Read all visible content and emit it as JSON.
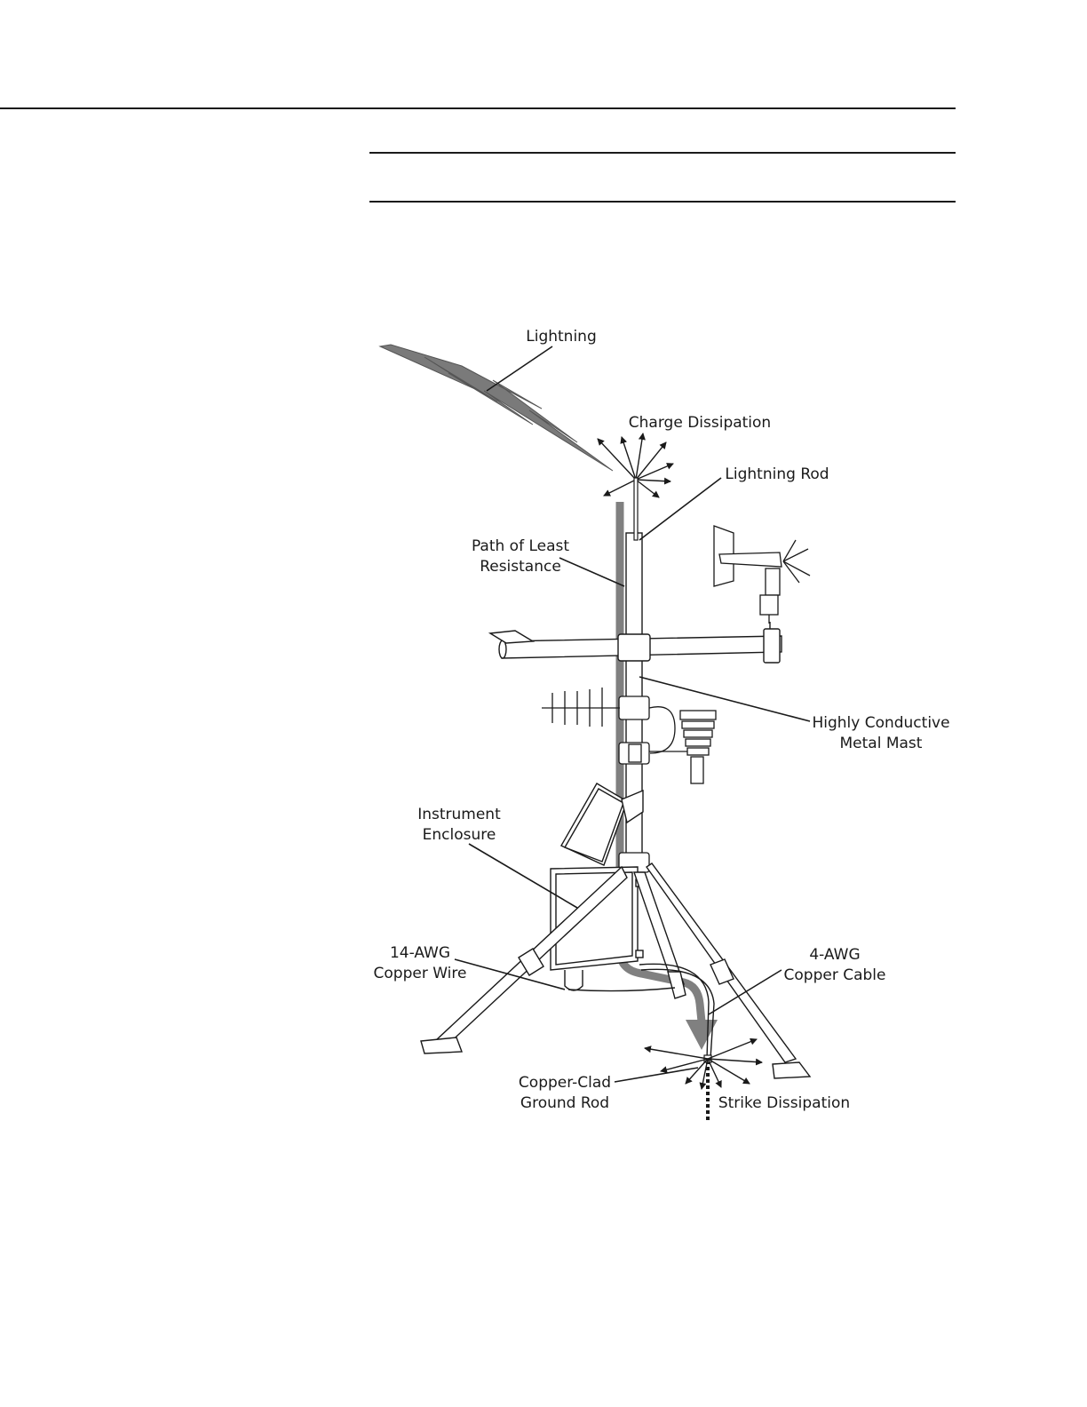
{
  "diagram": {
    "labels": {
      "lightning": "Lightning",
      "charge_dissipation": "Charge Dissipation",
      "lightning_rod": "Lightning Rod",
      "path_line1": "Path of Least",
      "path_line2": "Resistance",
      "mast_line1": "Highly Conductive",
      "mast_line2": "Metal Mast",
      "enclosure_line1": "Instrument",
      "enclosure_line2": "Enclosure",
      "wire_line1": "14-AWG",
      "wire_line2": "Copper Wire",
      "cable_line1": "4-AWG",
      "cable_line2": "Copper Cable",
      "ground_line1": "Copper-Clad",
      "ground_line2": "Ground Rod",
      "strike_dissipation": "Strike Dissipation"
    }
  }
}
